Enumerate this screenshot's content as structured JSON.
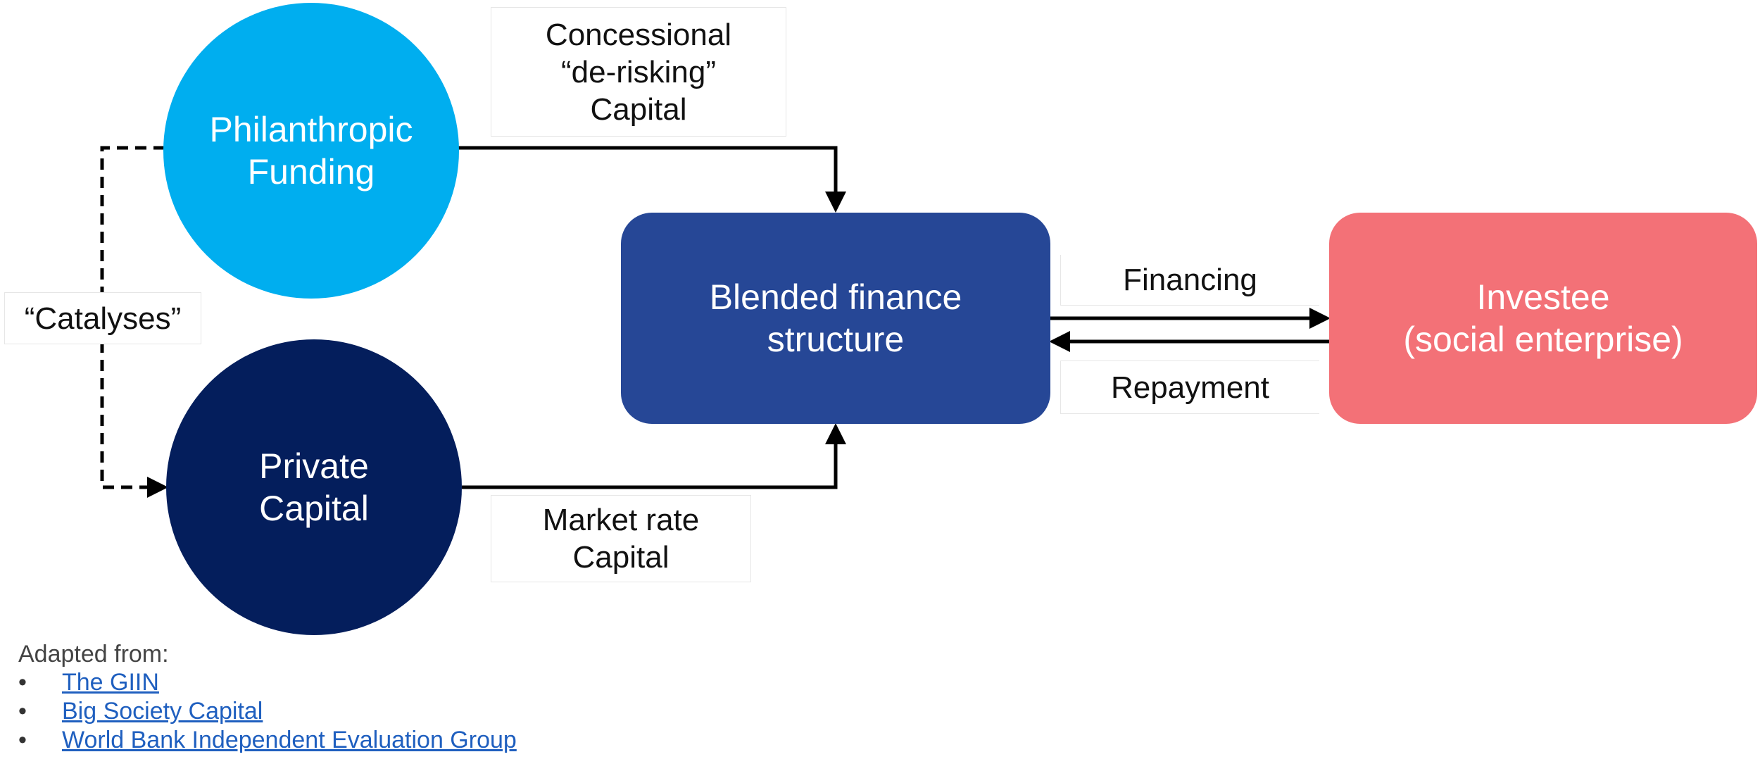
{
  "nodes": {
    "philanthropic": {
      "line1": "Philanthropic",
      "line2": "Funding",
      "color": "#00aeef"
    },
    "private": {
      "line1": "Private",
      "line2": "Capital",
      "color": "#041e5c"
    },
    "blended": {
      "line1": "Blended finance",
      "line2": "structure",
      "color": "#264796"
    },
    "investee": {
      "line1": "Investee",
      "line2": "(social enterprise)",
      "color": "#f37177"
    }
  },
  "labels": {
    "concessional": {
      "line1": "Concessional",
      "line2": "“de-risking”",
      "line3": "Capital"
    },
    "market_rate": {
      "line1": "Market rate",
      "line2": "Capital"
    },
    "catalyses": "“Catalyses”",
    "financing": "Financing",
    "repayment": "Repayment"
  },
  "footer": {
    "title": "Adapted from:",
    "bullet": "•",
    "sources": [
      "The GIIN",
      "Big Society Capital",
      "World Bank Independent Evaluation Group"
    ]
  }
}
